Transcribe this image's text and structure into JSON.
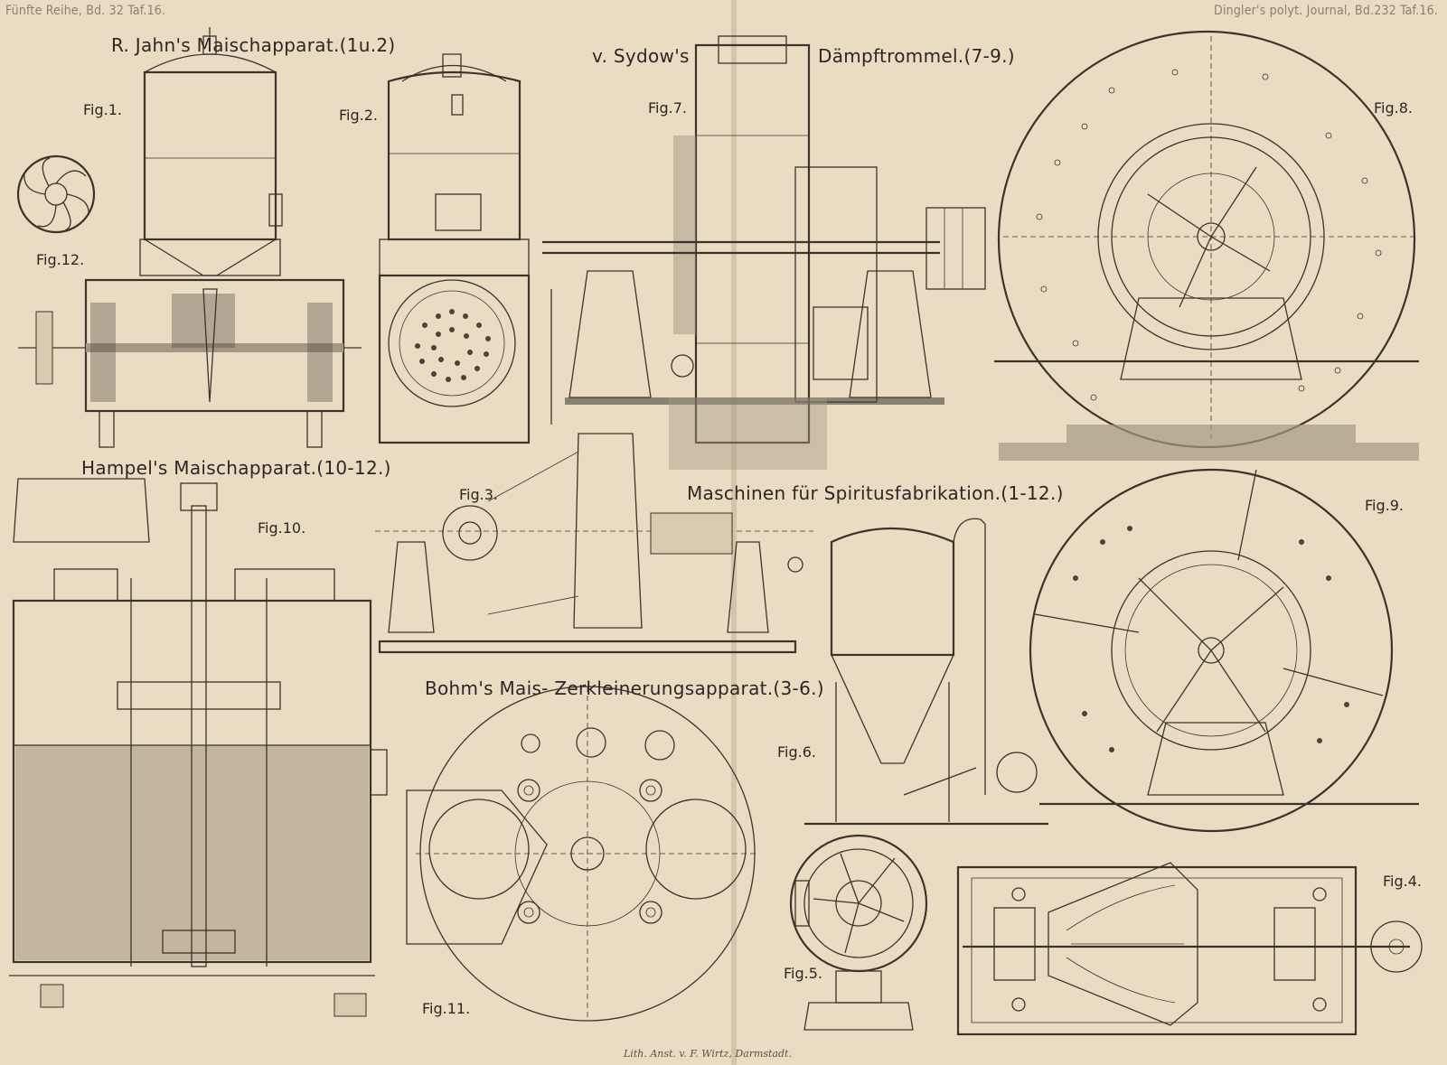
{
  "header": {
    "left": "Fünfte Reihe, Bd. 32 Taf.16.",
    "right": "Dingler's polyt. Journal, Bd.232 Taf.16."
  },
  "titles": {
    "jahn": "R. Jahn's  Maischapparat.(1u.2)",
    "sydow_a": "v. Sydow's",
    "sydow_b": "Dämpftrommel.(7-9.)",
    "hampel": "Hampel's Maischapparat.(10-12.)",
    "maschinen": "Maschinen für Spiritusfabrikation.(1-12.)",
    "bohm": "Bohm's Mais- Zerkleinerungsapparat.(3-6.)"
  },
  "figures": {
    "fig1": "Fig.1.",
    "fig2": "Fig.2.",
    "fig3": "Fig.3.",
    "fig4": "Fig.4.",
    "fig5": "Fig.5.",
    "fig6": "Fig.6.",
    "fig7": "Fig.7.",
    "fig8": "Fig.8.",
    "fig9": "Fig.9.",
    "fig10": "Fig.10.",
    "fig11": "Fig.11.",
    "fig12": "Fig.12."
  },
  "imprint": "Lith. Anst. v. F. Wirtz, Darmstadt.",
  "colors": {
    "paper": "#e9dcc2",
    "ink": "#3a342d"
  }
}
